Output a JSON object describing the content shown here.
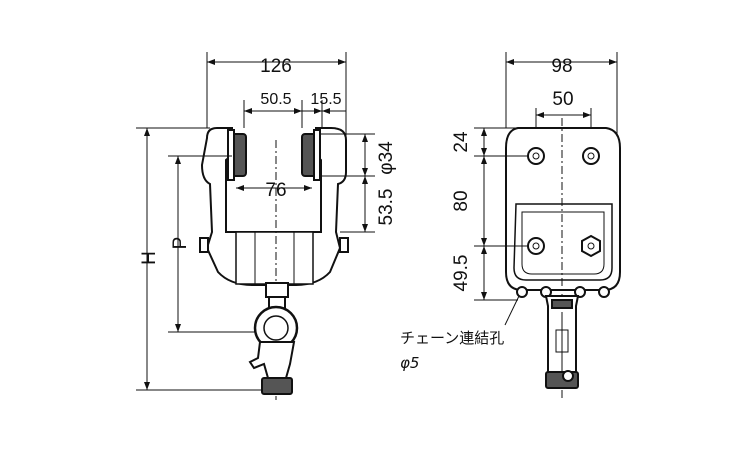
{
  "front_view": {
    "width_total": "126",
    "width_wheel_offset": "50.5",
    "width_small": "15.5",
    "inner_width": "76",
    "wheel_diameter": "φ34",
    "height_wheel_center": "53.5",
    "height_h": "H",
    "height_p": "P"
  },
  "side_view": {
    "width_total": "98",
    "bolt_spacing": "50",
    "height_top": "24",
    "height_middle": "80",
    "height_bottom": "49.5"
  },
  "note": {
    "chain_hole_label": "チェーン連結孔",
    "chain_hole_diameter": "φ5"
  }
}
